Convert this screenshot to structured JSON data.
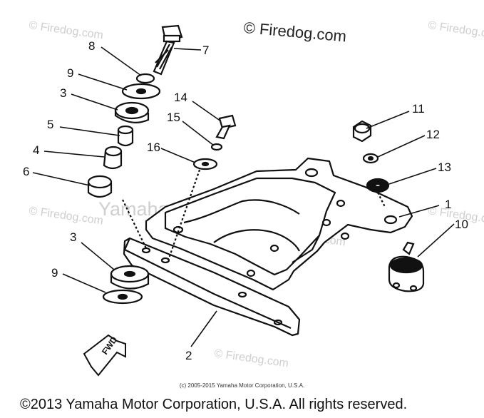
{
  "watermarks": {
    "corner_text": "© Firedog.com",
    "center_text": "Yamaha Motor Corp, U.S.A."
  },
  "brand_mark": "© Firedog.com",
  "callouts": [
    "1",
    "2",
    "3",
    "3",
    "4",
    "5",
    "6",
    "7",
    "8",
    "9",
    "9",
    "10",
    "11",
    "12",
    "13",
    "14",
    "15",
    "16"
  ],
  "fwd_label": "FWD",
  "copyright_small": "(c) 2005-2015 Yamaha Motor Corporation, U.S.A.",
  "copyright_main": "©2013 Yamaha Motor Corporation, U.S.A. All rights reserved."
}
